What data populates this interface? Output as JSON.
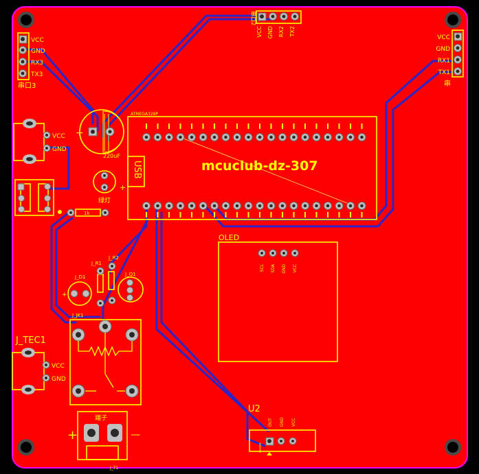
{
  "board": {
    "title": "mcuclub-dz-307",
    "mcu_ref": "ATMEGA328P",
    "usb_label": "USB"
  },
  "headers": {
    "left_uart": {
      "pins": [
        "VCC",
        "GND",
        "RX3",
        "TX3"
      ],
      "ref": "串口3"
    },
    "right_uart": {
      "pins": [
        "VCC",
        "GND",
        "RX1",
        "TX1"
      ],
      "ref": "串"
    },
    "top_uart": {
      "pins": [
        "VCC",
        "GND",
        "RX2",
        "TX2"
      ],
      "ref": "串口2"
    }
  },
  "components": {
    "cap_label": "220uF",
    "power_left": {
      "pins": [
        "VCC",
        "GND"
      ]
    },
    "led_label": "绿灯",
    "resistor_label": "1k",
    "jr1": "J_R1",
    "jr2": "J_R2",
    "jd1": "J_D1",
    "jq1": "J_Q1",
    "jk1": "J_JK1",
    "tec_ref": "J_TEC1",
    "tec_pins": [
      "VCC",
      "GND"
    ],
    "jt1": "J_T1",
    "terminal_label": "端子",
    "oled_label": "OLED",
    "oled_pins": [
      "SCL",
      "SDA",
      "GND",
      "VCC"
    ],
    "u2_label": "U2",
    "u2_pins": [
      "VCC",
      "GND",
      "OUT"
    ],
    "u2_sub": "sense",
    "plus": "+",
    "minus": "—"
  },
  "colors": {
    "board": "#ff0000",
    "trace": "#2b24c8",
    "silk": "#ffff00",
    "outline": "#ff00ff",
    "pad": "#c0c0c0"
  }
}
